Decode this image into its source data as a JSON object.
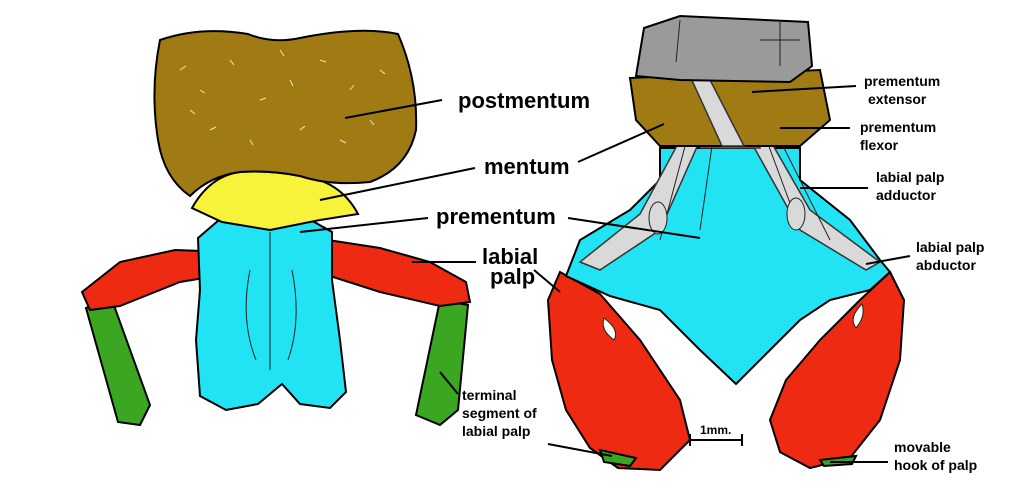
{
  "colors": {
    "postmentum": "#a07a13",
    "mentum": "#f7f33a",
    "prementum": "#22e3f3",
    "labial_palp": "#ee2a13",
    "terminal_segment": "#3aa621",
    "muscle": "#d9d9d9",
    "sclerite_gray": "#9a9a9a",
    "outline": "#000000"
  },
  "left_figure": {
    "labels": {
      "postmentum": "postmentum",
      "mentum": "mentum",
      "prementum": "prementum",
      "labial_palp_line1": "labial",
      "labial_palp_line2": "palp",
      "terminal_line1": "terminal",
      "terminal_line2": "segment of",
      "terminal_line3": "labial palp"
    }
  },
  "right_figure": {
    "labels": {
      "prementum_extensor_line1": "prementum",
      "prementum_extensor_line2": "extensor",
      "prementum_flexor_line1": "prementum",
      "prementum_flexor_line2": "flexor",
      "labial_palp_adductor_line1": "labial palp",
      "labial_palp_adductor_line2": "adductor",
      "labial_palp_abductor_line1": "labial palp",
      "labial_palp_abductor_line2": "abductor",
      "movable_hook_line1": "movable",
      "movable_hook_line2": "hook of palp"
    },
    "scale_bar": "1mm."
  }
}
